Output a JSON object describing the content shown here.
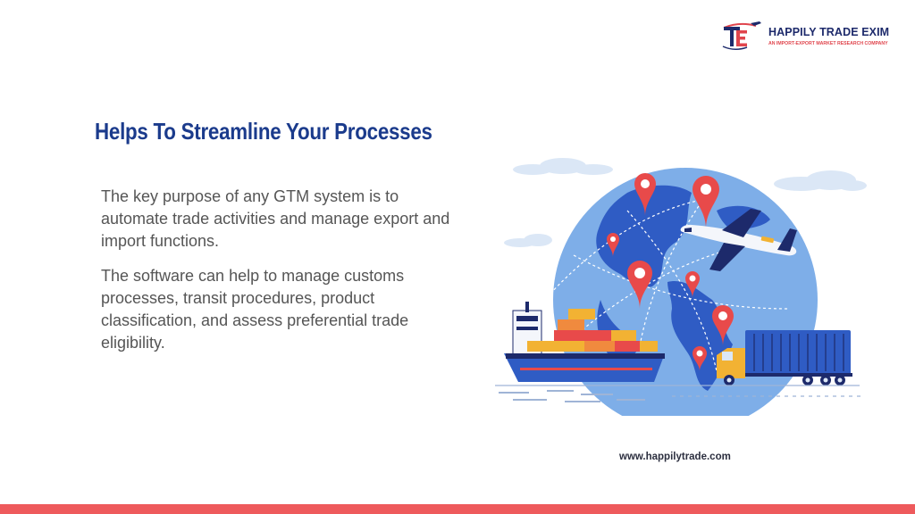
{
  "logo": {
    "mark": "TE",
    "name": "HAPPILY TRADE EXIM",
    "tagline": "AN IMPORT-EXPORT MARKET RESEARCH COMPANY"
  },
  "slide": {
    "title": "Helps To Streamline Your Processes",
    "paragraphs": [
      "The key purpose of any GTM system is to automate trade activities and manage export and import functions.",
      "The software can help to manage customs processes, transit procedures, product classification, and assess preferential trade eligibility."
    ],
    "website": "www.happilytrade.com"
  },
  "illustration": {
    "icons": [
      "globe-icon",
      "airplane-icon",
      "cargo-ship-icon",
      "container-truck-icon",
      "location-pin-icon",
      "cloud-icon"
    ]
  },
  "colors": {
    "title": "#1b3b8c",
    "body_text": "#555555",
    "accent_bar": "#ee5a5c",
    "logo_navy": "#1d2a6b",
    "logo_red": "#e0454d",
    "globe": "#7eaee8",
    "land": "#2f5cc4",
    "pin": "#e84a4a"
  }
}
